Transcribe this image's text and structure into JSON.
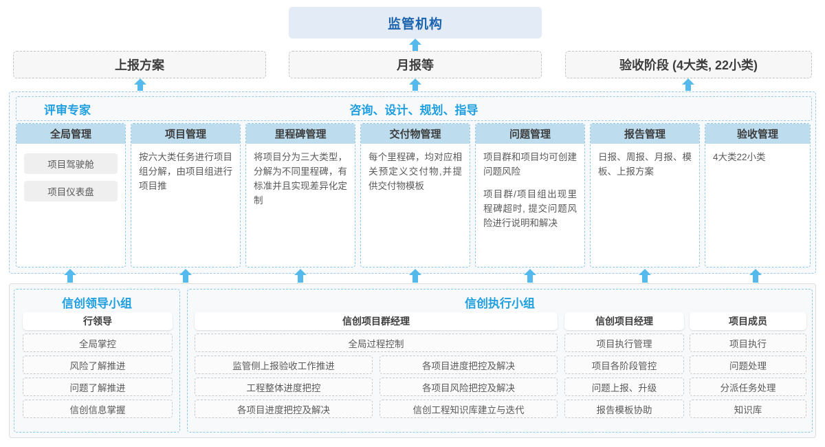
{
  "top": {
    "regulator": "监管机构",
    "reports": [
      {
        "label": "上报方案"
      },
      {
        "label": "月报等"
      },
      {
        "label": "验收阶段 (4大类, 22小类)"
      }
    ]
  },
  "middle": {
    "band_left_label": "评审专家",
    "band_center_label": "咨询、设计、规划、指导",
    "columns": [
      {
        "header": "全局管理",
        "pills": [
          "项目驾驶舱",
          "项目仪表盘"
        ],
        "paragraphs": []
      },
      {
        "header": "项目管理",
        "pills": [],
        "paragraphs": [
          "按六大类任务进行项目组分解，由项目组进行项目推"
        ]
      },
      {
        "header": "里程碑管理",
        "pills": [],
        "paragraphs": [
          "将项目分为三大类型，分解为不同里程碑，有标准并且实现差异化定制"
        ]
      },
      {
        "header": "交付物管理",
        "pills": [],
        "paragraphs": [
          "每个里程碑，均对应相关预定义交付物,并提供交付物模板"
        ]
      },
      {
        "header": "问题管理",
        "pills": [],
        "paragraphs": [
          "项目群和项目均可创建问题风险",
          "项目群/项目组出现里程碑超时, 提交问题风险进行说明和解决"
        ]
      },
      {
        "header": "报告管理",
        "pills": [],
        "paragraphs": [
          "日报、周报、月报、模板、上报方案"
        ]
      },
      {
        "header": "验收管理",
        "pills": [],
        "paragraphs": [
          "4大类22小类"
        ]
      }
    ]
  },
  "bottom": {
    "leadership": {
      "title": "信创领导小组",
      "role": "行领导",
      "tasks": [
        "全局掌控",
        "风险了解推进",
        "问题了解推进",
        "信创信息掌握"
      ]
    },
    "execution": {
      "title": "信创执行小组",
      "program_manager": {
        "role": "信创项目群经理",
        "full_width_task": "全局过程控制",
        "left_tasks": [
          "监管侧上报验收工作推进",
          "工程整体进度把控",
          "各项目进度把控及解决"
        ],
        "right_tasks": [
          "各项目进度把控及解决",
          "各项目风险把控及解决",
          "信创工程知识库建立与迭代"
        ]
      },
      "project_manager": {
        "role": "信创项目经理",
        "tasks": [
          "项目执行管理",
          "项目各阶段管控",
          "问题上报、升级",
          "报告模板协助"
        ]
      },
      "members": {
        "role": "项目成员",
        "tasks": [
          "项目执行",
          "问题处理",
          "分派任务处理",
          "知识库"
        ]
      }
    }
  },
  "colors": {
    "accent_blue": "#1f9fe0",
    "deep_blue": "#1c63ae",
    "header_fill": "#bdddee",
    "panel_bg": "#f7f9fb",
    "arrow": "#55b9ec"
  }
}
